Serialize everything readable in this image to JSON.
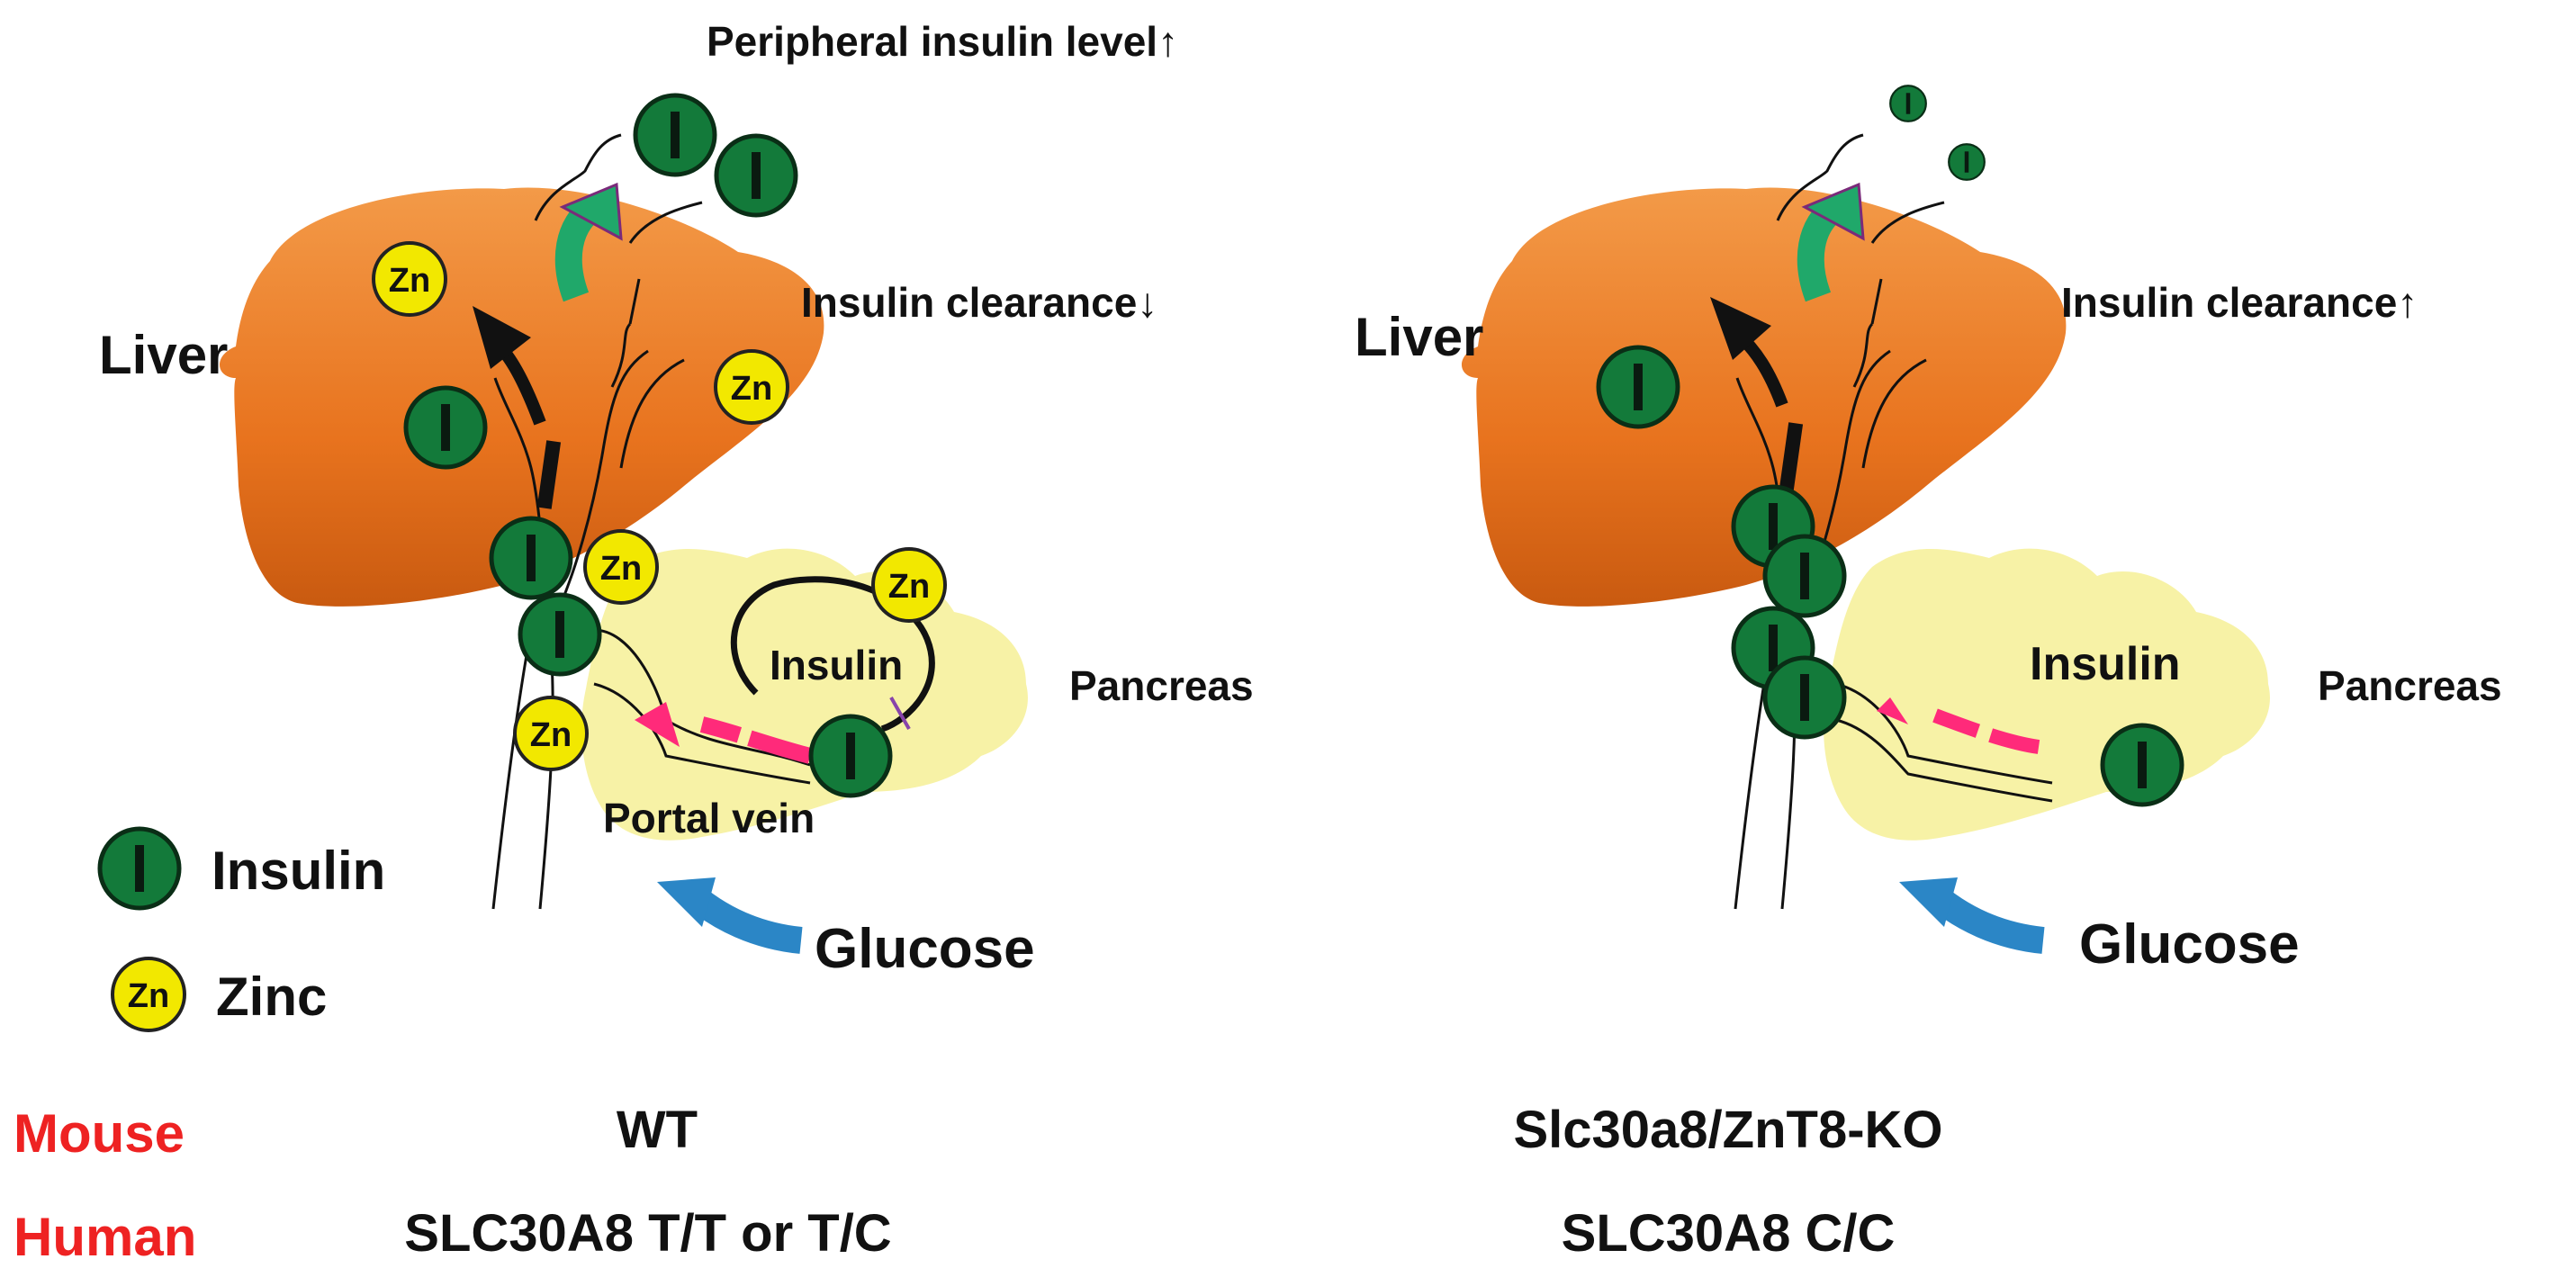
{
  "wt_panel": {
    "peripheral_label": "Peripheral insulin level↑",
    "clearance_label": "Insulin clearance↓",
    "liver_label": "Liver",
    "pancreas_label": "Pancreas",
    "insulin_label": "Insulin",
    "portal_vein_label": "Portal vein",
    "glucose_label": "Glucose"
  },
  "ko_panel": {
    "clearance_label": "Insulin clearance↑",
    "liver_label": "Liver",
    "pancreas_label": "Pancreas",
    "insulin_label": "Insulin",
    "glucose_label": "Glucose"
  },
  "legend": {
    "insulin_label": "Insulin",
    "zinc_label": "Zinc",
    "zn_symbol": "Zn"
  },
  "footer": {
    "mouse_label": "Mouse",
    "human_label": "Human",
    "wt_mouse": "WT",
    "wt_human": "SLC30A8 T/T or T/C",
    "ko_mouse": "Slc30a8/ZnT8-KO",
    "ko_human": "SLC30A8 C/C"
  },
  "colors": {
    "liver": "#e8731e",
    "pancreas": "#f7f2a6",
    "insulin": "#137a3a",
    "zinc": "#f2e800",
    "label_red": "#ee2222",
    "glucose_arrow": "#2b86c6",
    "pink_arrow": "#ff2a7a",
    "green_arrow": "#20a86a"
  }
}
